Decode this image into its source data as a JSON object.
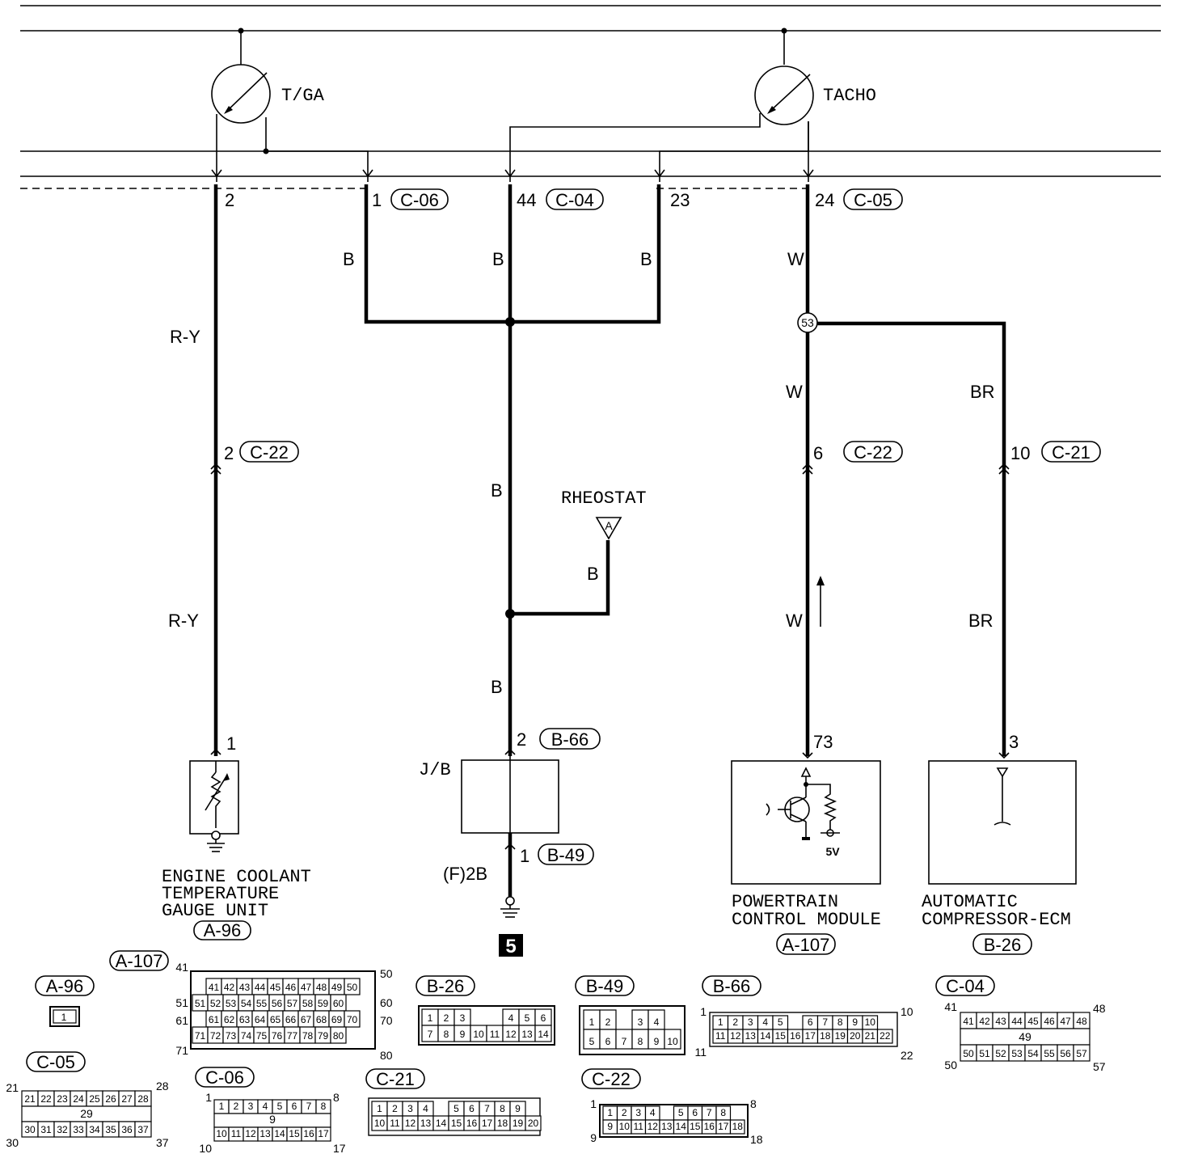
{
  "components": {
    "temp_gauge": "T/GA",
    "tacho": "TACHO",
    "rheostat": "RHEOSTAT",
    "rheostat_tag": "A",
    "jb": "J/B",
    "coolant_unit": [
      "ENGINE COOLANT",
      "TEMPERATURE",
      "GAUGE UNIT"
    ],
    "coolant_conn": "A-96",
    "pcm": [
      "POWERTRAIN",
      "CONTROL MODULE"
    ],
    "pcm_conn": "A-107",
    "pcm_5v": "5V",
    "acecm": [
      "AUTOMATIC",
      "COMPRESSOR-ECM"
    ],
    "acecm_conn": "B-26",
    "ground_number": "5",
    "ground_label": "(F)2B"
  },
  "pins": {
    "c06_2": "2",
    "c06_1": "1",
    "c04_44": "44",
    "c05_23": "23",
    "c05_24": "24",
    "c22_2": "2",
    "coolant_1": "1",
    "b66_2": "2",
    "b49_1": "1",
    "c22_6": "6",
    "c21_10": "10",
    "pcm_73": "73",
    "acecm_3": "3",
    "splice": "53"
  },
  "connector_tags": {
    "c06": "C-06",
    "c04": "C-04",
    "c05": "C-05",
    "c22a": "C-22",
    "c22b": "C-22",
    "c21": "C-21",
    "b66": "B-66",
    "b49": "B-49"
  },
  "wire_colors": {
    "ry1": "R-Y",
    "ry2": "R-Y",
    "b1": "B",
    "b2": "B",
    "b3": "B",
    "b4": "B",
    "b5": "B",
    "b6": "B",
    "w1": "W",
    "w2": "W",
    "w3": "W",
    "br1": "BR",
    "br2": "BR"
  },
  "connector_faces": {
    "a96": {
      "title": "A-96",
      "cells": [
        "1"
      ]
    },
    "a107": {
      "title": "A-107",
      "rows": [
        [
          "41",
          "42",
          "43",
          "44",
          "45",
          "46",
          "47",
          "48",
          "49",
          "50"
        ],
        [
          "51",
          "52",
          "53",
          "54",
          "55",
          "56",
          "57",
          "58",
          "59",
          "60"
        ],
        [
          "61",
          "62",
          "63",
          "64",
          "65",
          "66",
          "67",
          "68",
          "69",
          "70"
        ],
        [
          "71",
          "72",
          "73",
          "74",
          "75",
          "76",
          "77",
          "78",
          "79",
          "80"
        ]
      ],
      "side": {
        "tl": "41",
        "tr": "50",
        "l2": "51",
        "r2": "60",
        "l3": "61",
        "r3": "70",
        "bl": "71",
        "br": "80"
      }
    },
    "b26": {
      "title": "B-26",
      "rows": [
        [
          "1",
          "2",
          "3",
          "",
          "",
          "4",
          "5",
          "6"
        ],
        [
          "7",
          "8",
          "9",
          "10",
          "11",
          "12",
          "13",
          "14"
        ]
      ]
    },
    "b49": {
      "title": "B-49",
      "rows": [
        [
          "1",
          "2",
          "",
          "3",
          "4"
        ],
        [
          "5",
          "6",
          "7",
          "8",
          "9",
          "10"
        ]
      ]
    },
    "b66": {
      "title": "B-66",
      "rows": [
        [
          "1",
          "2",
          "3",
          "4",
          "5",
          "",
          "6",
          "7",
          "8",
          "9",
          "10"
        ],
        [
          "11",
          "12",
          "13",
          "14",
          "15",
          "16",
          "17",
          "18",
          "19",
          "20",
          "21",
          "22"
        ]
      ],
      "side": {
        "tl": "1",
        "tr": "10",
        "bl": "11",
        "br": "22"
      }
    },
    "c04": {
      "title": "C-04",
      "rows": [
        [
          "41",
          "42",
          "43",
          "44",
          "45",
          "46",
          "47",
          "48"
        ],
        [
          "49"
        ],
        [
          "50",
          "51",
          "52",
          "53",
          "54",
          "55",
          "56",
          "57"
        ]
      ],
      "side": {
        "tl": "41",
        "tr": "48",
        "bl": "50",
        "br": "57"
      }
    },
    "c05": {
      "title": "C-05",
      "rows": [
        [
          "21",
          "22",
          "23",
          "24",
          "25",
          "26",
          "27",
          "28"
        ],
        [
          "29"
        ],
        [
          "30",
          "31",
          "32",
          "33",
          "34",
          "35",
          "36",
          "37"
        ]
      ],
      "side": {
        "tl": "21",
        "tr": "28",
        "bl": "30",
        "br": "37"
      }
    },
    "c06": {
      "title": "C-06",
      "rows": [
        [
          "1",
          "2",
          "3",
          "4",
          "5",
          "6",
          "7",
          "8"
        ],
        [
          "9"
        ],
        [
          "10",
          "11",
          "12",
          "13",
          "14",
          "15",
          "16",
          "17"
        ]
      ],
      "side": {
        "tl": "1",
        "tr": "8",
        "bl": "10",
        "br": "17"
      }
    },
    "c21": {
      "title": "C-21",
      "rows": [
        [
          "1",
          "2",
          "3",
          "4",
          "",
          "5",
          "6",
          "7",
          "8",
          "9"
        ],
        [
          "10",
          "11",
          "12",
          "13",
          "14",
          "15",
          "16",
          "17",
          "18",
          "19",
          "20"
        ]
      ]
    },
    "c22": {
      "title": "C-22",
      "rows": [
        [
          "1",
          "2",
          "3",
          "4",
          "",
          "5",
          "6",
          "7",
          "8"
        ],
        [
          "9",
          "10",
          "11",
          "12",
          "13",
          "14",
          "15",
          "16",
          "17",
          "18"
        ]
      ],
      "side": {
        "tl": "1",
        "tr": "8",
        "bl": "9",
        "br": "18"
      }
    }
  }
}
